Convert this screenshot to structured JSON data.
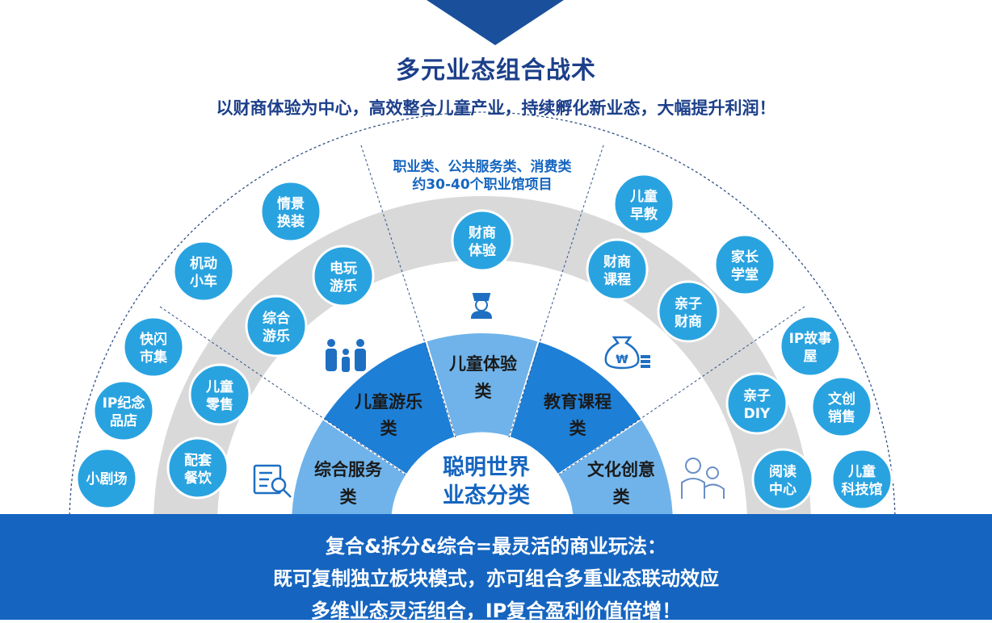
{
  "header": {
    "title": "多元业态组合战术",
    "subtitle": "以财商体验为中心，高效整合儿童产业，持续孵化新业态，大幅提升利润！"
  },
  "center": {
    "line1": "聪明世界",
    "line2": "业态分类"
  },
  "segments": [
    {
      "line1": "综合服务",
      "line2": "类"
    },
    {
      "line1": "儿童游乐",
      "line2": "类"
    },
    {
      "line1": "儿童体验",
      "line2": "类"
    },
    {
      "line1": "教育课程",
      "line2": "类"
    },
    {
      "line1": "文化创意",
      "line2": "类"
    }
  ],
  "arc_label": {
    "line1": "职业类、公共服务类、消费类",
    "line2": "约30-40个职业馆项目"
  },
  "bubbles": [
    {
      "lines": [
        "财商",
        "体验"
      ]
    },
    {
      "lines": [
        "电玩",
        "游乐"
      ]
    },
    {
      "lines": [
        "综合",
        "游乐"
      ]
    },
    {
      "lines": [
        "儿童",
        "零售"
      ]
    },
    {
      "lines": [
        "配套",
        "餐饮"
      ]
    },
    {
      "lines": [
        "财商",
        "课程"
      ]
    },
    {
      "lines": [
        "亲子",
        "财商"
      ]
    },
    {
      "lines": [
        "亲子",
        "DIY"
      ]
    },
    {
      "lines": [
        "阅读",
        "中心"
      ]
    },
    {
      "lines": [
        "情景",
        "换装"
      ]
    },
    {
      "lines": [
        "机动",
        "小车"
      ]
    },
    {
      "lines": [
        "快闪",
        "市集"
      ]
    },
    {
      "lines": [
        "IP纪念",
        "品店"
      ]
    },
    {
      "lines": [
        "小剧场"
      ]
    },
    {
      "lines": [
        "儿童",
        "早教"
      ]
    },
    {
      "lines": [
        "家长",
        "学堂"
      ]
    },
    {
      "lines": [
        "IP故事",
        "屋"
      ]
    },
    {
      "lines": [
        "文创",
        "销售"
      ]
    },
    {
      "lines": [
        "儿童",
        "科技馆"
      ]
    }
  ],
  "icons": [
    "family-icon",
    "nurse-icon",
    "money-bag-icon",
    "search-document-icon",
    "people-icon"
  ],
  "footer": {
    "line1": "复合&拆分&综合=最灵活的商业玩法：",
    "line2": "既可复制独立板块模式，亦可组合多重业态联动效应",
    "line3": "多维业态灵活组合，IP复合盈利价值倍增！"
  },
  "colors": {
    "dark_blue": "#1c3f8a",
    "bubble_blue": "#29a3e0",
    "segment_light": "#6fb3ea",
    "segment_mid": "#3d8fdc",
    "center_text": "#1565c0",
    "footer_bg": "#1565c0",
    "ring_gray": "#d9d9d9"
  }
}
